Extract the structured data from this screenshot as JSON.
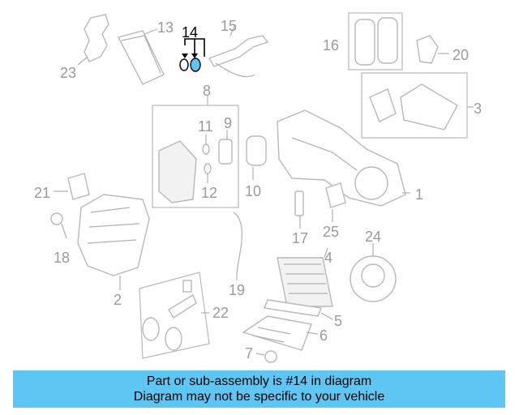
{
  "diagram": {
    "callouts": {
      "c1": "1",
      "c2": "2",
      "c3": "3",
      "c4": "4",
      "c5": "5",
      "c6": "6",
      "c7": "7",
      "c8": "8",
      "c9": "9",
      "c10": "10",
      "c11": "11",
      "c12": "12",
      "c13": "13",
      "c14": "14",
      "c15": "15",
      "c16": "16",
      "c17": "17",
      "c18": "18",
      "c19": "19",
      "c20": "20",
      "c21": "21",
      "c22": "22",
      "c23": "23",
      "c24": "24",
      "c25": "25"
    },
    "highlight_color": "#5fc5f3"
  },
  "banner": {
    "line1": "Part or sub-assembly is #14 in diagram",
    "line2": "Diagram may not be specific to your vehicle",
    "background": "#5fc5f3"
  }
}
